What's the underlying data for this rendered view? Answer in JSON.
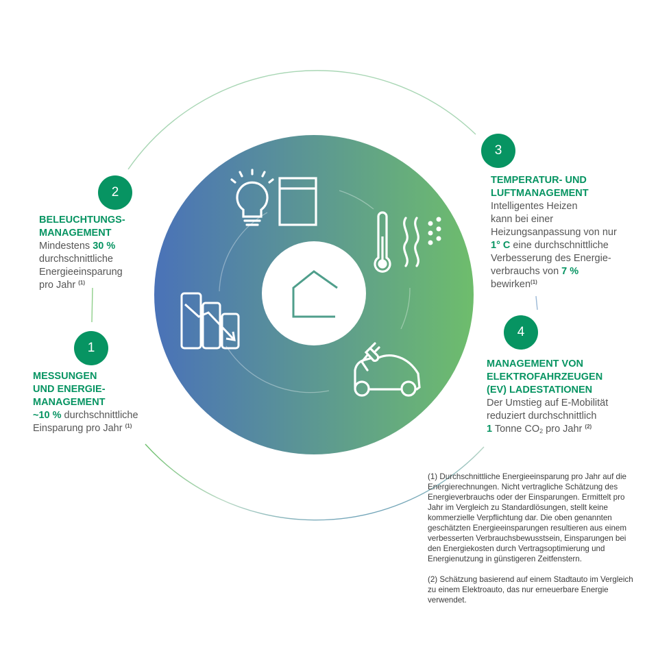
{
  "colors": {
    "accent": "#079462",
    "gradient_start": "#4a72b8",
    "gradient_end": "#6ebd6c",
    "text": "#555555"
  },
  "center": {
    "icon": "house-outline-icon"
  },
  "icons": [
    "lightbulb-icon",
    "window-icon",
    "thermometer-icon",
    "air-waves-icon",
    "electric-car-icon",
    "declining-meter-chart-icon"
  ],
  "steps": [
    {
      "number": "1",
      "title": [
        "MESSUNGEN",
        "UND ENERGIE-",
        "MANAGEMENT"
      ],
      "text": {
        "highlight": "~10 %",
        "after": " durchschnittliche",
        "line2": "Einsparung pro Jahr",
        "note": "(1)"
      }
    },
    {
      "number": "2",
      "title": [
        "BELEUCHTUNGS-",
        "MANAGEMENT"
      ],
      "text": {
        "before": "Mindestens ",
        "highlight": "30 %",
        "line2": "durchschnittliche",
        "line3": "Energieeinsparung",
        "line4": "pro Jahr",
        "note": "(1)"
      }
    },
    {
      "number": "3",
      "title": [
        "TEMPERATUR- UND",
        "LUFTMANAGEMENT"
      ],
      "text": {
        "line1": "Intelligentes Heizen",
        "line2": "kann bei einer",
        "line3": "Heizungsanpassung von nur",
        "highlight1": "1° C",
        "line4_after": " eine durchschnittliche",
        "line5": "Verbesserung des Energie-",
        "line6_before": "verbrauchs von ",
        "highlight2": "7 %",
        "line7": "bewirken",
        "note": "(1)"
      }
    },
    {
      "number": "4",
      "title": [
        "MANAGEMENT VON",
        "ELEKTROFAHRZEUGEN",
        "(EV) LADESTATIONEN"
      ],
      "text": {
        "line1": "Der Umstieg auf E-Mobilität",
        "line2": "reduziert durchschnittlich",
        "highlight": "1",
        "line3_mid": " Tonne CO",
        "sub": "2",
        "line3_after": " pro Jahr",
        "note": "(2)"
      }
    }
  ],
  "footnotes": [
    "(1) Durchschnittliche Energieeinsparung pro Jahr auf die Energierechnungen. Nicht vertragliche Schätzung des Energieverbrauchs oder der Einsparungen. Ermittelt pro Jahr im Vergleich zu Standardlösungen, stellt keine kommerzielle Verpflichtung dar. Die oben genannten geschätzten Energieeinsparungen resultieren aus einem verbesserten Verbrauchsbewusstsein, Einsparungen bei den Energiekosten durch Vertragsoptimierung und Energienutzung in günstigeren Zeitfenstern.",
    "(2) Schätzung basierend auf einem Stadtauto im Vergleich zu einem Elektroauto, das nur erneuerbare Energie verwendet."
  ]
}
